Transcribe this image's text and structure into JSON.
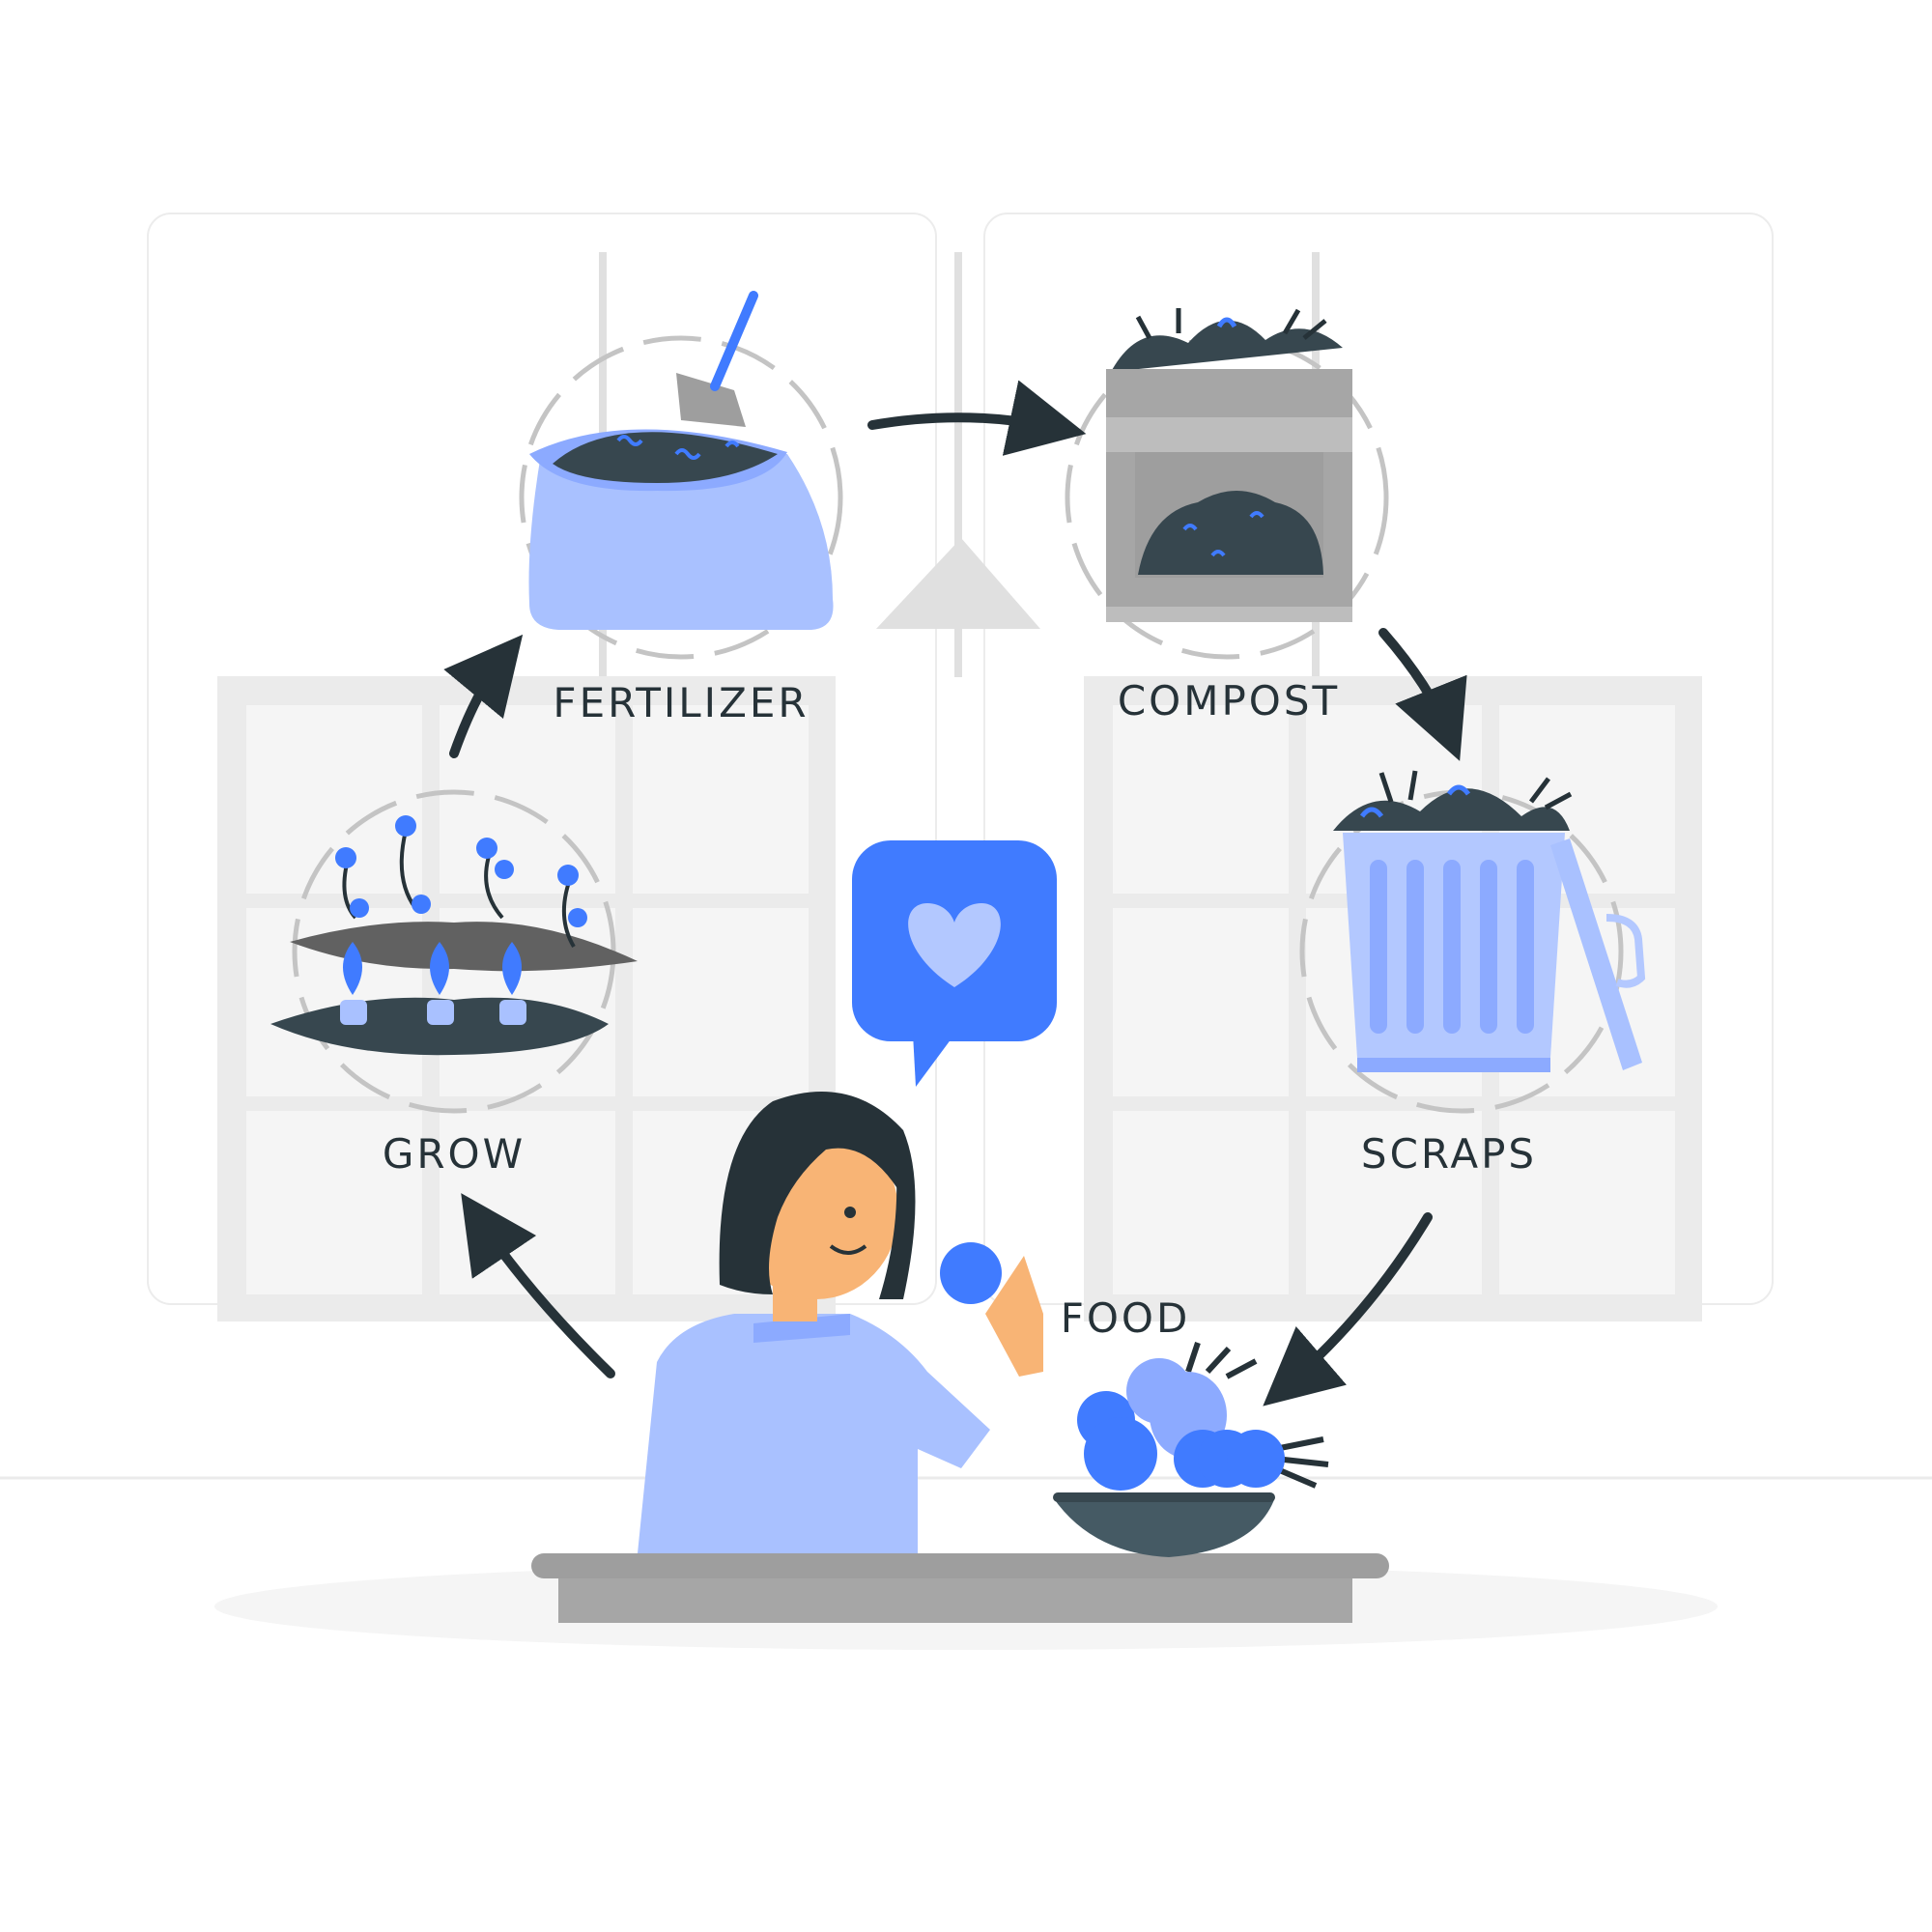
{
  "diagram": {
    "type": "cycle",
    "stages": [
      {
        "key": "fertilizer",
        "label": "FERTILIZER",
        "icon": "fertilizer-bag-icon"
      },
      {
        "key": "compost",
        "label": "COMPOST",
        "icon": "compost-bin-icon"
      },
      {
        "key": "scraps",
        "label": "SCRAPS",
        "icon": "trash-can-icon"
      },
      {
        "key": "food",
        "label": "FOOD",
        "icon": "fruit-bowl-icon"
      },
      {
        "key": "grow",
        "label": "GROW",
        "icon": "sprouting-plants-icon"
      }
    ],
    "center_icon": "heart-speech-bubble-icon"
  },
  "colors": {
    "accent": "#407BFF",
    "accent_light": "#8CAAFF",
    "accent_pale": "#B3C8FF",
    "dark": "#263238",
    "soil": "#455A64",
    "grey": "#A6A6A6",
    "skin": "#F8B475"
  }
}
